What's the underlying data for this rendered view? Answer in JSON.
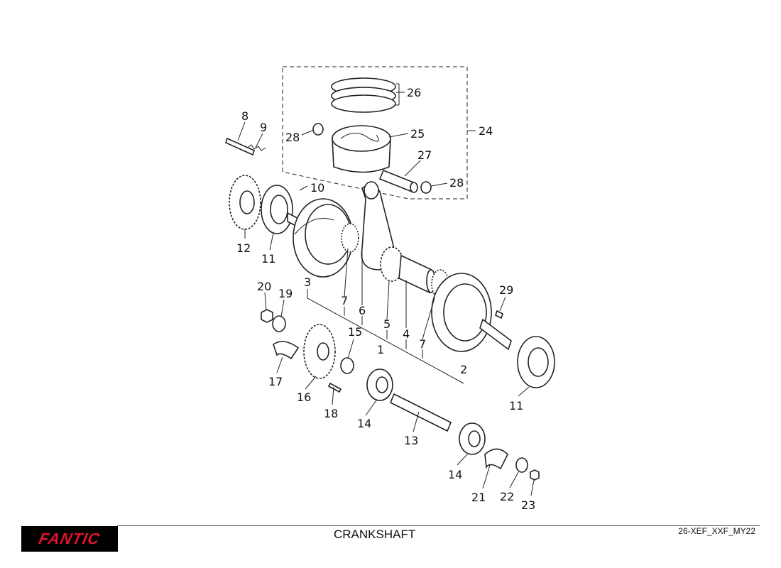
{
  "footer": {
    "brand": "FANTIC",
    "title": "CRANKSHAFT",
    "code": "26-XEF_XXF_MY22"
  },
  "callouts": [
    "26",
    "25",
    "24",
    "27",
    "28",
    "28",
    "8",
    "9",
    "10",
    "12",
    "11",
    "3",
    "20",
    "19",
    "7",
    "6",
    "29",
    "15",
    "5",
    "4",
    "1",
    "7",
    "2",
    "17",
    "16",
    "18",
    "14",
    "11",
    "13",
    "14",
    "21",
    "22",
    "23"
  ]
}
